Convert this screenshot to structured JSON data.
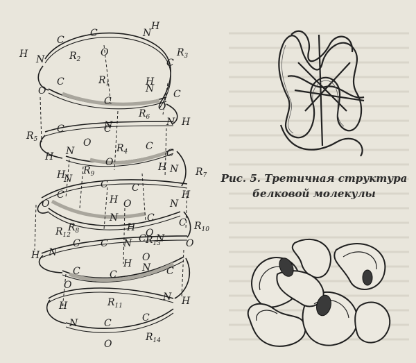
{
  "figure": {
    "caption_line1": "Рис. 5. Третичная структура",
    "caption_line2": "белковой молекулы"
  },
  "atoms": {
    "N": "N",
    "C": "C",
    "O": "O",
    "H": "H",
    "R": "R"
  },
  "substituents": [
    "1",
    "2",
    "3",
    "4",
    "5",
    "6",
    "7",
    "8",
    "9",
    "10",
    "11",
    "12",
    "13",
    "14"
  ],
  "colors": {
    "ink": "#1c1c1c",
    "paper": "#e9e6dc",
    "band": "#b9b6ad"
  }
}
